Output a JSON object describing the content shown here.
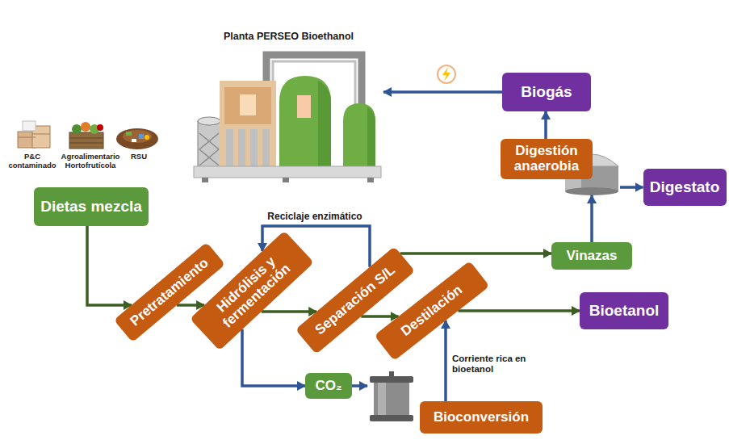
{
  "diagram": {
    "nodes": [
      {
        "text": [
          "Dietas mezcla"
        ]
      },
      {
        "text": [
          "Pretratamiento"
        ]
      },
      {
        "text": [
          "Hidrólisis y fermentación"
        ]
      },
      {
        "text": [
          "Separación S/L"
        ]
      },
      {
        "text": [
          "Destilación"
        ]
      },
      {
        "text": [
          "Vinazas"
        ]
      },
      {
        "text": [
          "Bioetanol"
        ]
      },
      {
        "text": [
          "CO₂"
        ]
      },
      {
        "text": [
          "Bioconversión"
        ]
      },
      {
        "text": [
          "Digestión anaerobia"
        ]
      },
      {
        "text": [
          "Digestato"
        ]
      },
      {
        "text": [
          "Biogás"
        ]
      },
      {
        "text": [
          "Planta PERSEO Bioethanol"
        ]
      }
    ],
    "edges": [
      {
        "from": 0,
        "to": 1,
        "arrow": "to"
      },
      {
        "from": 1,
        "to": 2,
        "arrow": "to"
      },
      {
        "from": 2,
        "to": 3,
        "arrow": "to"
      },
      {
        "from": 3,
        "to": 4,
        "arrow": "to"
      },
      {
        "from": 4,
        "to": 6,
        "arrow": "to"
      },
      {
        "from": 3,
        "to": 2,
        "label": "Reciclaje enzimático",
        "arrow": "to"
      },
      {
        "from": 3,
        "to": 5,
        "arrow": "to"
      },
      {
        "from": 2,
        "to": 7,
        "arrow": "to"
      },
      {
        "from": 7,
        "to": 8,
        "arrow": "to"
      },
      {
        "from": 8,
        "to": 4,
        "label": "Corriente rica en bioetanol",
        "arrow": "to"
      },
      {
        "from": 5,
        "to": 9,
        "arrow": "to"
      },
      {
        "from": 9,
        "to": 10,
        "arrow": "to"
      },
      {
        "from": 9,
        "to": 11,
        "arrow": "to"
      },
      {
        "from": 11,
        "to": 12,
        "arrow": "to"
      }
    ],
    "labels": [
      "P&C contaminado",
      "Agroalimentario Hortofrutícola",
      "RSU"
    ]
  }
}
